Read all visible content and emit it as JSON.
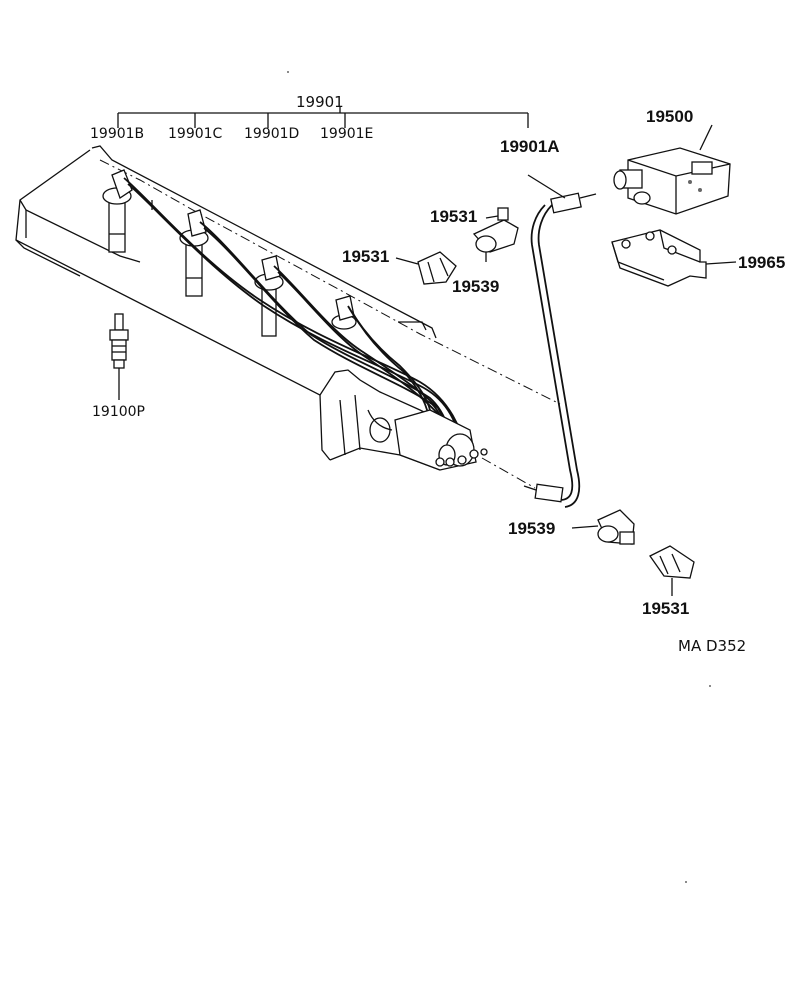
{
  "labels": {
    "assembly": "19901",
    "cord_b": "19901B",
    "cord_c": "19901C",
    "cord_d": "19901D",
    "cord_e": "19901E",
    "cord_a": "19901A",
    "coil": "19500",
    "bracket": "19965",
    "clamp_upper_left": "19531",
    "clamp_mid_left": "19531",
    "grommet_mid": "19539",
    "grommet_lower": "19539",
    "clamp_lower": "19531",
    "spark_plug": "19100P",
    "figure_code": "MA  D352"
  }
}
